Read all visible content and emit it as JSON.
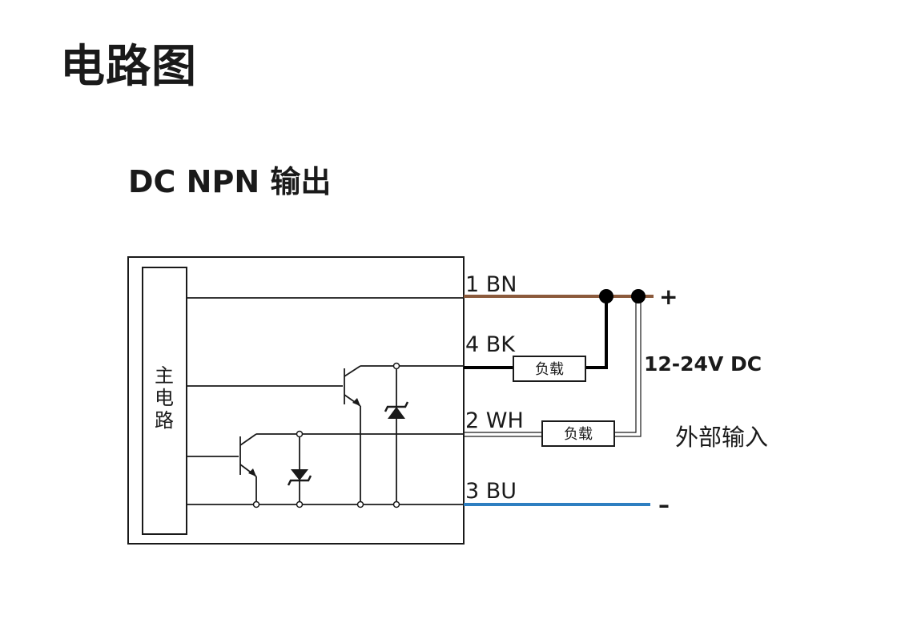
{
  "title": "电路图",
  "subtitle": "DC NPN 输出",
  "main_circuit_label": [
    "主",
    "电",
    "路"
  ],
  "wires": [
    {
      "id": "1",
      "label": "1 BN",
      "color": "#8B5A3C"
    },
    {
      "id": "4",
      "label": "4 BK",
      "color": "#000000"
    },
    {
      "id": "2",
      "label": "2 WH",
      "color": "#ffffff"
    },
    {
      "id": "3",
      "label": "3 BU",
      "color": "#2E7FC1"
    }
  ],
  "load_label_1": "负载",
  "load_label_2": "负载",
  "plus_sign": "+",
  "minus_sign": "–",
  "supply_voltage": "12-24V DC",
  "external_input": "外部输入"
}
